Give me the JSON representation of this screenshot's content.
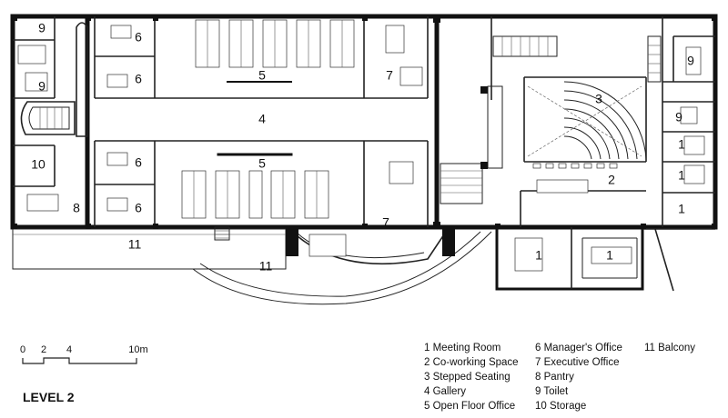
{
  "plan": {
    "level_title": "LEVEL 2",
    "room_labels": [
      {
        "id": "toilet-nw-upper",
        "text": "9"
      },
      {
        "id": "toilet-nw-lower",
        "text": "9"
      },
      {
        "id": "manager-nw-upper",
        "text": "6"
      },
      {
        "id": "manager-nw-lower",
        "text": "6"
      },
      {
        "id": "open-office-north",
        "text": "5"
      },
      {
        "id": "exec-office-north",
        "text": "7"
      },
      {
        "id": "gallery",
        "text": "4"
      },
      {
        "id": "open-office-south",
        "text": "5"
      },
      {
        "id": "storage",
        "text": "10"
      },
      {
        "id": "manager-sw-upper",
        "text": "6"
      },
      {
        "id": "manager-sw-lower",
        "text": "6"
      },
      {
        "id": "pantry",
        "text": "8"
      },
      {
        "id": "exec-office-south",
        "text": "7"
      },
      {
        "id": "balcony-west",
        "text": "11"
      },
      {
        "id": "balcony-curved",
        "text": "11"
      },
      {
        "id": "stepped-seating",
        "text": "3"
      },
      {
        "id": "coworking",
        "text": "2"
      },
      {
        "id": "toilet-ne-upper",
        "text": "9"
      },
      {
        "id": "toilet-ne-lower",
        "text": "9"
      },
      {
        "id": "meeting-e-1",
        "text": "1"
      },
      {
        "id": "meeting-e-2",
        "text": "1"
      },
      {
        "id": "meeting-e-3",
        "text": "1"
      },
      {
        "id": "meeting-s-1",
        "text": "1"
      },
      {
        "id": "meeting-s-2",
        "text": "1"
      }
    ]
  },
  "scale_bar": {
    "ticks": [
      "0",
      "2",
      "4",
      "10m"
    ]
  },
  "legend": {
    "col1": [
      "1 Meeting Room",
      "2 Co-working Space",
      "3 Stepped Seating",
      "4 Gallery",
      "5 Open Floor Office"
    ],
    "col2": [
      "6 Manager's Office",
      "7 Executive Office",
      "8 Pantry",
      "9 Toilet",
      "10 Storage"
    ],
    "col3": [
      "11 Balcony"
    ]
  }
}
